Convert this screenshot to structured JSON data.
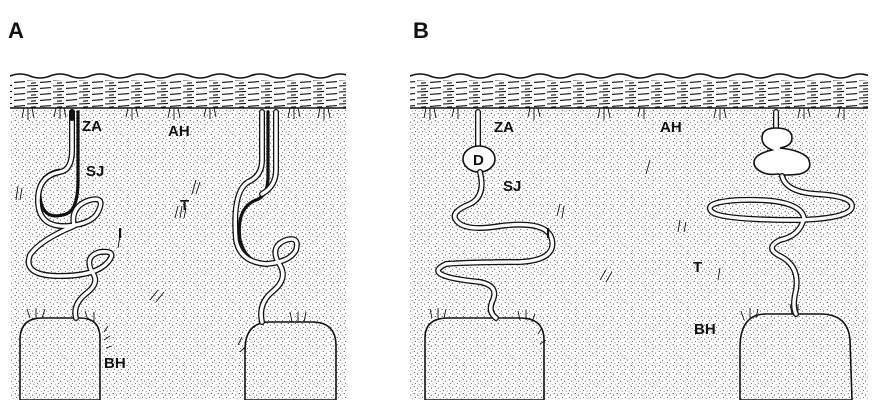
{
  "figure": {
    "panels": [
      {
        "letter": "A",
        "labels": {
          "za": "ZA",
          "ah": "AH",
          "sj": "SJ",
          "t": "T",
          "i": "I",
          "bh": "BH"
        }
      },
      {
        "letter": "B",
        "labels": {
          "za": "ZA",
          "ah": "AH",
          "d": "D",
          "sj": "SJ",
          "i": "I",
          "t": "T",
          "bh": "BH"
        }
      }
    ]
  }
}
